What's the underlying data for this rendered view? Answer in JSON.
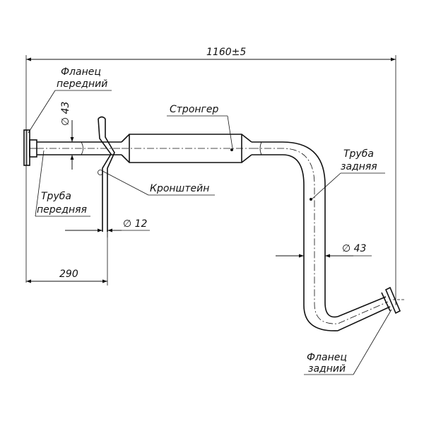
{
  "dimensions": {
    "overall_length": "1160±5",
    "front_pipe_diameter": "∅ 43",
    "rear_pipe_diameter": "∅ 43",
    "bracket_diameter": "∅ 12",
    "front_offset": "290"
  },
  "labels": {
    "front_flange_line1": "Фланец",
    "front_flange_line2": "передний",
    "front_pipe_line1": "Труба",
    "front_pipe_line2": "передняя",
    "stronger": "Стронгер",
    "bracket": "Кронштейн",
    "rear_pipe_line1": "Труба",
    "rear_pipe_line2": "задняя",
    "rear_flange_line1": "Фланец",
    "rear_flange_line2": "задний"
  }
}
